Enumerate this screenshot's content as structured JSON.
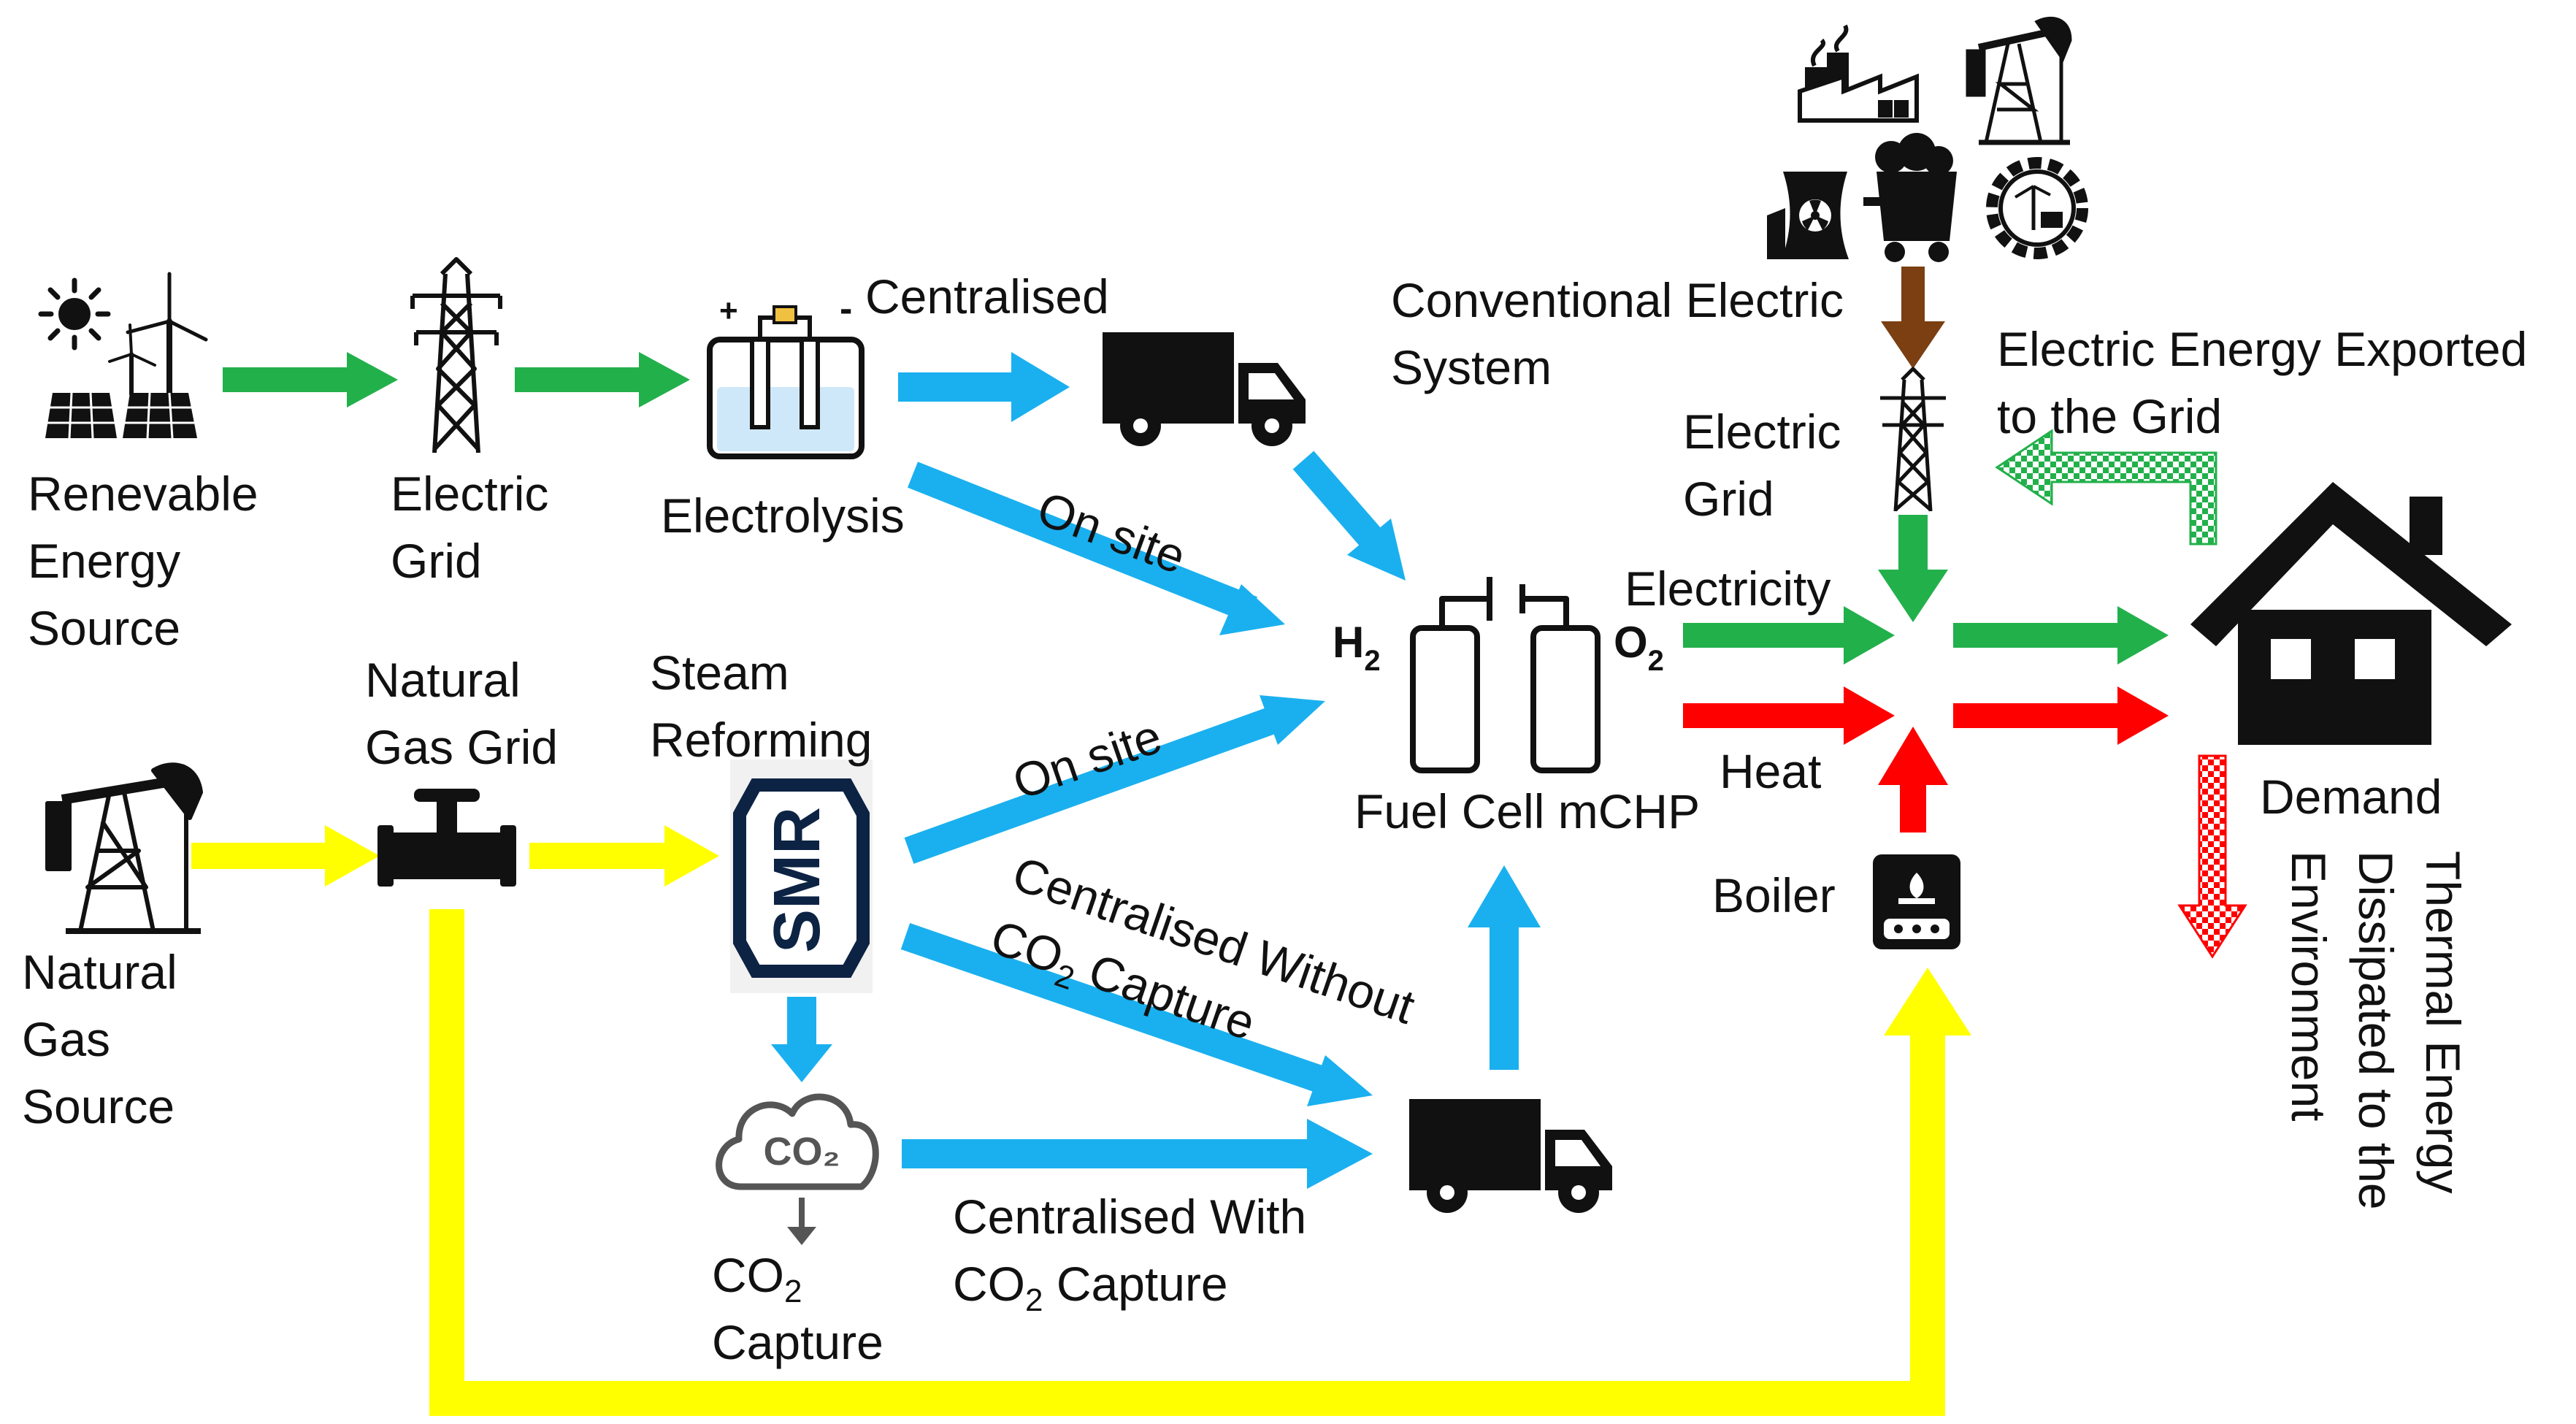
{
  "nodes": {
    "renewable": [
      "Renevable",
      "Energy",
      "Source"
    ],
    "electric_grid_left": [
      "Electric",
      "Grid"
    ],
    "electrolysis": "Electrolysis",
    "natural_gas_grid": [
      "Natural",
      "Gas Grid"
    ],
    "steam_reforming": [
      "Steam",
      "Reforming"
    ],
    "natural_gas_source": [
      "Natural",
      "Gas",
      "Source"
    ],
    "co2_capture": [
      "CO",
      "2",
      "Capture"
    ],
    "fuel_cell": "Fuel Cell mCHP",
    "conventional": [
      "Conventional Electric",
      "System"
    ],
    "electric_grid_right": [
      "Electric",
      "Grid"
    ],
    "boiler": "Boiler",
    "demand": "Demand",
    "exported": [
      "Electric Energy Exported",
      "to the Grid"
    ],
    "thermal": [
      "Thermal Energy",
      "Dissipated to the",
      "Environment"
    ]
  },
  "edges": {
    "centralised": "Centralised",
    "on_site_electrolysis": "On site",
    "on_site_smr": "On site",
    "centralised_without": [
      "Centralised Without",
      "CO",
      "2",
      " Capture"
    ],
    "centralised_with": [
      "Centralised With",
      "CO",
      "2",
      " Capture"
    ],
    "electricity": "Electricity",
    "heat": "Heat"
  },
  "symbols": {
    "smr": "SMR",
    "co2_cloud": "CO₂",
    "h2": "H",
    "h2_sub": "2",
    "o2": "O",
    "o2_sub": "2"
  },
  "icons": [
    "sun-icon",
    "wind-turbine-icon",
    "solar-panel-icon",
    "transmission-tower-icon",
    "electrolyzer-icon",
    "truck-icon",
    "fuel-cell-icon",
    "factory-icon",
    "oil-pump-icon",
    "nuclear-plant-icon",
    "coal-cart-icon",
    "renewable-gear-icon",
    "house-icon",
    "boiler-icon",
    "pipe-valve-icon",
    "co2-cloud-icon"
  ],
  "colors": {
    "renewable_flow": "#22b04b",
    "hydrogen_flow": "#1ab0ef",
    "gas_flow": "#ffff00",
    "heat_flow": "#ff0000",
    "electricity_flow": "#22b04b",
    "conventional_flow": "#7b3f12"
  }
}
